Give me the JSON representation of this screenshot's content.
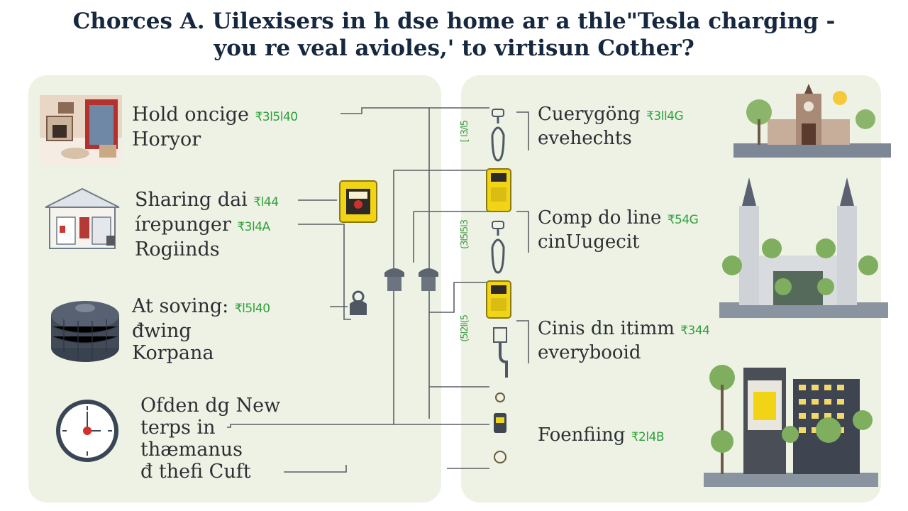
{
  "title": {
    "line1": "Chorces A. Uilexisers in h dse home ar a thle\"Tesla charging -",
    "line2": "you re veal avioles,' to virtisun Cother?"
  },
  "left_items": [
    {
      "line1": "Hold oncige",
      "price": "₹3l5l40",
      "line2": "Horyor",
      "line3": ""
    },
    {
      "line1": "Sharing dai",
      "price": "₹l44",
      "line2": "írepunger",
      "price2": "₹3l4A",
      "line3": "Rogiinds"
    },
    {
      "line1": "At soving:",
      "price": "₹l5l40",
      "line2": "đwing",
      "line3": "Korpana"
    },
    {
      "line1": "Ofden dg New",
      "line2": "terps in",
      "line3": "thæmanus",
      "line4": "đ thefi Cuft"
    }
  ],
  "right_items": [
    {
      "line1": "Cuerygöng",
      "price": "₹3ll4G",
      "line2": "evehechts"
    },
    {
      "line1": "Comp do line",
      "price": "₹54G",
      "line2": "cinUugecit"
    },
    {
      "line1": "Cinis dn itimm",
      "price": "₹344",
      "line2": "everybooid"
    },
    {
      "line1": "Foenfiing",
      "price": "₹2l4B"
    }
  ],
  "vertical_tags": [
    "[ l3/l5",
    "(3l5l5l3",
    "(5l2ll(5"
  ],
  "colors": {
    "panel": "#edf2e5",
    "price": "#2fa13a",
    "title": "#16283f",
    "charger": "#f2d417",
    "line": "#555a5e"
  }
}
